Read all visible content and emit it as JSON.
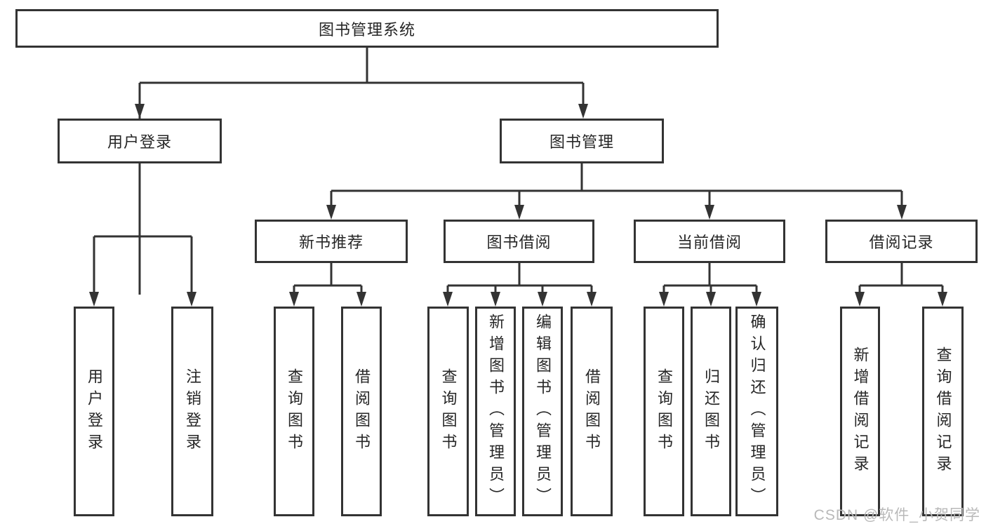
{
  "diagram": {
    "title": "图书管理系统",
    "root": {
      "label": "图书管理系统"
    },
    "level2": [
      {
        "label": "用户登录"
      },
      {
        "label": "图书管理"
      }
    ],
    "level3": [
      {
        "label": "新书推荐",
        "parent": "图书管理"
      },
      {
        "label": "图书借阅",
        "parent": "图书管理"
      },
      {
        "label": "当前借阅",
        "parent": "图书管理"
      },
      {
        "label": "借阅记录",
        "parent": "图书管理"
      }
    ],
    "leaves": [
      {
        "label": "用户登录",
        "parent": "用户登录"
      },
      {
        "label": "注销登录",
        "parent": "用户登录"
      },
      {
        "label": "查询图书",
        "parent": "新书推荐"
      },
      {
        "label": "借阅图书",
        "parent": "新书推荐"
      },
      {
        "label": "查询图书",
        "parent": "图书借阅"
      },
      {
        "label": "新增图书（管理员）",
        "parent": "图书借阅"
      },
      {
        "label": "编辑图书（管理员）",
        "parent": "图书借阅"
      },
      {
        "label": "借阅图书",
        "parent": "图书借阅"
      },
      {
        "label": "查询图书",
        "parent": "当前借阅"
      },
      {
        "label": "归还图书",
        "parent": "当前借阅"
      },
      {
        "label": "确认归还（管理员）",
        "parent": "当前借阅"
      },
      {
        "label": "新增借阅记录",
        "parent": "借阅记录"
      },
      {
        "label": "查询借阅记录",
        "parent": "借阅记录"
      }
    ],
    "watermark": "CSDN @软件_小贺同学",
    "colors": {
      "line": "#333333",
      "box_border": "#333333",
      "box_fill": "#ffffff",
      "text": "#262626",
      "watermark": "#b9b9b9",
      "background": "#ffffff"
    }
  }
}
